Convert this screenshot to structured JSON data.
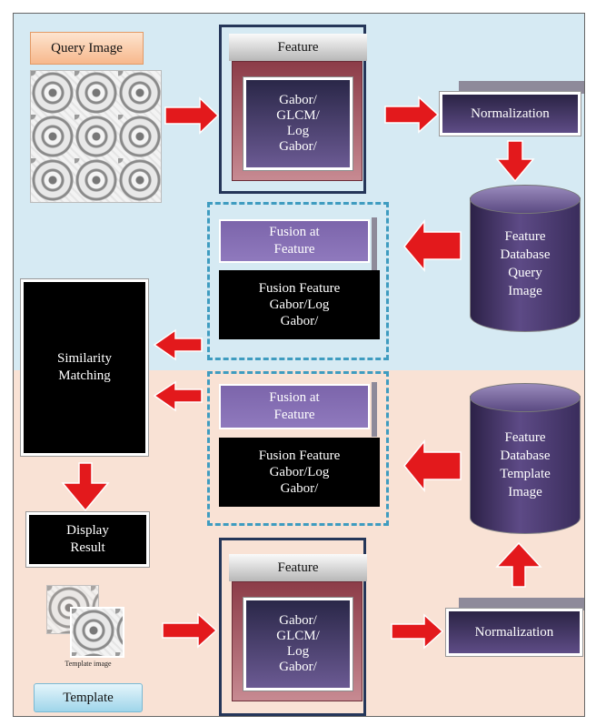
{
  "query_label": "Query Image",
  "template_label": "Template",
  "template_caption": "Template image",
  "feature_top": {
    "header": "Feature",
    "body": "Gabor/\nGLCM/\nLog\nGabor/"
  },
  "feature_bottom": {
    "header": "Feature",
    "body": "Gabor/\nGLCM/\nLog\nGabor/"
  },
  "normalization_top": "Normalization",
  "normalization_bottom": "Normalization",
  "db_query": "Feature\nDatabase\nQuery\nImage",
  "db_template": "Feature\nDatabase\nTemplate\nImage",
  "fusion_top": {
    "header": "Fusion at\nFeature",
    "body": "Fusion Feature\nGabor/Log\nGabor/"
  },
  "fusion_bottom": {
    "header": "Fusion at\nFeature",
    "body": "Fusion Feature\nGabor/Log\nGabor/"
  },
  "similarity": "Similarity\nMatching",
  "display_result": "Display\nResult",
  "colors": {
    "arrow": "#e3191c",
    "top_bg": "#d6eaf3",
    "bottom_bg": "#f9e2d5",
    "dash": "#3f9cc0",
    "frame": "#253659"
  }
}
